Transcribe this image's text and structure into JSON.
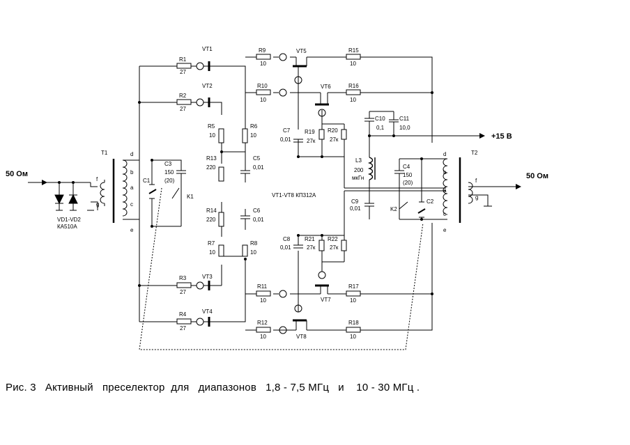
{
  "caption": "Рис. 3   Активный   преселектор  для   диапазонов   1,8 - 7,5 МГц   и    10 - 30 МГц .",
  "ports": {
    "input": "50 Ом",
    "output": "50 Ом",
    "supply": "+15 В"
  },
  "part_note": "VT1-VT8  КП312А",
  "diodes": {
    "name": "VD1-VD2",
    "part": "КА510А"
  },
  "transformers": {
    "t1": {
      "name": "T1",
      "taps": [
        "d",
        "b",
        "a",
        "c",
        "e",
        "f",
        "g"
      ]
    },
    "t2": {
      "name": "T2",
      "taps": [
        "d",
        "b",
        "a",
        "c",
        "e",
        "f",
        "g"
      ]
    }
  },
  "transistors": [
    "VT1",
    "VT2",
    "VT3",
    "VT4",
    "VT5",
    "VT6",
    "VT7",
    "VT8"
  ],
  "resistors": [
    {
      "ref": "R1",
      "value": "27"
    },
    {
      "ref": "R2",
      "value": "27"
    },
    {
      "ref": "R3",
      "value": "27"
    },
    {
      "ref": "R4",
      "value": "27"
    },
    {
      "ref": "R5",
      "value": "10"
    },
    {
      "ref": "R6",
      "value": "10"
    },
    {
      "ref": "R7",
      "value": "10"
    },
    {
      "ref": "R8",
      "value": "10"
    },
    {
      "ref": "R9",
      "value": "10"
    },
    {
      "ref": "R10",
      "value": "10"
    },
    {
      "ref": "R11",
      "value": "10"
    },
    {
      "ref": "R12",
      "value": "10"
    },
    {
      "ref": "R13",
      "value": "220"
    },
    {
      "ref": "R14",
      "value": "220"
    },
    {
      "ref": "R15",
      "value": "10"
    },
    {
      "ref": "R16",
      "value": "10"
    },
    {
      "ref": "R17",
      "value": "10"
    },
    {
      "ref": "R18",
      "value": "10"
    },
    {
      "ref": "R19",
      "value": "27к"
    },
    {
      "ref": "R20",
      "value": "27к"
    },
    {
      "ref": "R21",
      "value": "27к"
    },
    {
      "ref": "R22",
      "value": "27к"
    }
  ],
  "capacitors": [
    {
      "ref": "C1",
      "value": ""
    },
    {
      "ref": "C2",
      "value": ""
    },
    {
      "ref": "C3",
      "value": "150",
      "value2": "(20)"
    },
    {
      "ref": "C4",
      "value": "150",
      "value2": "(20)"
    },
    {
      "ref": "C5",
      "value": "0,01"
    },
    {
      "ref": "C6",
      "value": "0,01"
    },
    {
      "ref": "C7",
      "value": "0,01"
    },
    {
      "ref": "C8",
      "value": "0,01"
    },
    {
      "ref": "C9",
      "value": "0,01"
    },
    {
      "ref": "C10",
      "value": "0,1"
    },
    {
      "ref": "C11",
      "value": "10,0"
    }
  ],
  "inductor": {
    "ref": "L3",
    "value": "200",
    "unit": "мкГн"
  },
  "switches": [
    "K1",
    "K2"
  ]
}
